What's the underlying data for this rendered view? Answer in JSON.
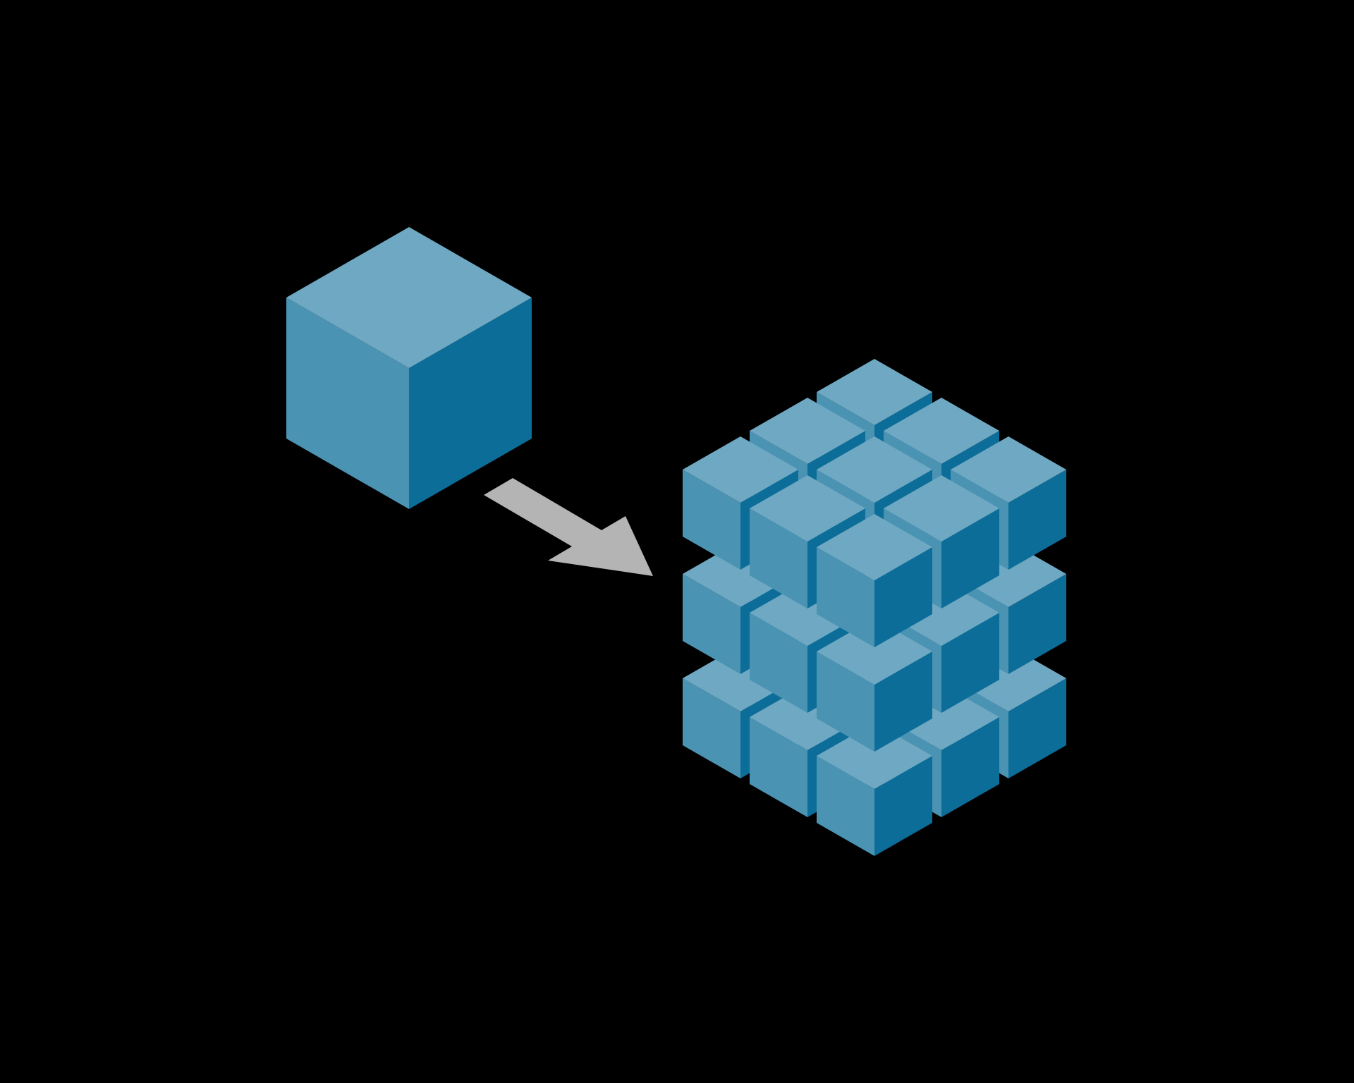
{
  "background": "#000000",
  "colors": {
    "top": "#6fa8c2",
    "left": "#4b93b3",
    "right": "#0c6d99",
    "arrow": "#b4b4b4"
  },
  "source": {
    "name": "single-cube",
    "shape": "cube"
  },
  "arrow": {
    "name": "transform-arrow",
    "direction": "down-right"
  },
  "target": {
    "name": "cube-grid",
    "layout": "3x3x3",
    "count": 27
  }
}
